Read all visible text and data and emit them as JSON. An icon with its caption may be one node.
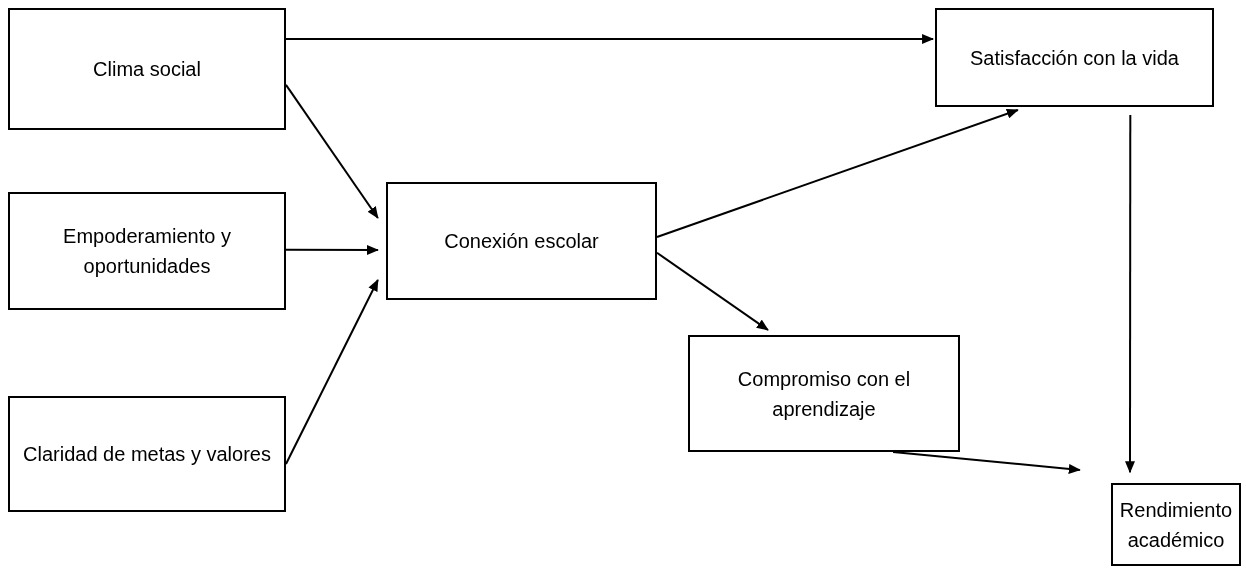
{
  "diagram": {
    "nodes": [
      {
        "text": [
          "Clima social"
        ]
      },
      {
        "text": [
          "Empoderamiento y oportunidades"
        ]
      },
      {
        "text": [
          "Claridad de metas y valores"
        ]
      },
      {
        "text": [
          "Conexión escolar"
        ]
      },
      {
        "text": [
          "Satisfacción con la vida"
        ]
      },
      {
        "text": [
          "Compromiso con el aprendizaje"
        ]
      },
      {
        "text": [
          "Rendimiento académico"
        ]
      }
    ],
    "edges": [
      {
        "from": 0,
        "to": 4,
        "arrow": "to"
      },
      {
        "from": 0,
        "to": 3,
        "arrow": "to"
      },
      {
        "from": 1,
        "to": 3,
        "arrow": "to"
      },
      {
        "from": 2,
        "to": 3,
        "arrow": "to"
      },
      {
        "from": 3,
        "to": 4,
        "arrow": "to"
      },
      {
        "from": 3,
        "to": 5,
        "arrow": "to"
      },
      {
        "from": 5,
        "to": 6,
        "arrow": "to"
      },
      {
        "from": 4,
        "to": 6,
        "arrow": "to"
      }
    ]
  }
}
